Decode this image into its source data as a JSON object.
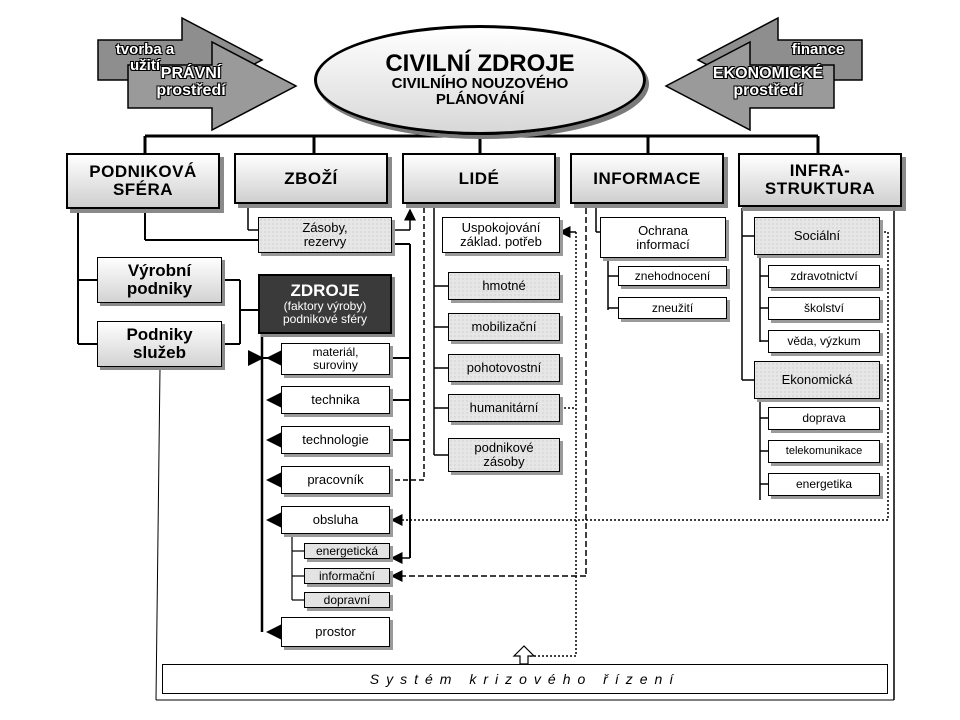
{
  "center": {
    "title": "CIVILNÍ ZDROJE",
    "subtitle": "CIVILNÍHO NOUZOVÉHO PLÁNOVÁNÍ"
  },
  "left_arrow": {
    "back_label": "tvorba a užití",
    "front_label": "PRÁVNÍ prostředí"
  },
  "right_arrow": {
    "back_label": "finance",
    "front_label": "EKONOMICKÉ prostředí"
  },
  "categories": {
    "podnikova": "PODNIKOVÁ\nSFÉRA",
    "zbozi": "ZBOŽÍ",
    "lide": "LIDÉ",
    "informace": "INFORMACE",
    "infra": "INFRA-\nSTRUKTURA"
  },
  "podnikova": {
    "vyrobni": "Výrobní\npodniky",
    "sluzby": "Podniky\nslužeb"
  },
  "zbozi": {
    "zasoby": "Zásoby,\nrezervy"
  },
  "zdroje": {
    "title": "ZDROJE",
    "subtitle": "(faktory výroby)\npodnikové sféry",
    "items": {
      "material": "materiál,\nsuroviny",
      "technika": "technika",
      "technologie": "technologie",
      "pracovnik": "pracovník",
      "obsluha": "obsluha",
      "energeticka": "energetická",
      "informacni": "informační",
      "dopravni": "dopravní",
      "prostor": "prostor"
    }
  },
  "lide": {
    "uspokojovani": "Uspokojování\nzáklad. potřeb",
    "hmotne": "hmotné",
    "mobilizacni": "mobilizační",
    "pohotovostni": "pohotovostní",
    "humanitarni": "humanitární",
    "podnikove_zasoby": "podnikové\nzásoby"
  },
  "informace": {
    "ochrana": "Ochrana\ninformací",
    "znehodnoceni": "znehodnocení",
    "zneuziti": "zneužití"
  },
  "infra": {
    "socialni": "Sociální",
    "zdravotnictvi": "zdravotnictví",
    "skolstvi": "školství",
    "veda": "věda, výzkum",
    "ekonomicka": "Ekonomická",
    "doprava": "doprava",
    "telekomunikace": "telekomunikace",
    "energetika": "energetika"
  },
  "system": "Systém krizového řízení"
}
